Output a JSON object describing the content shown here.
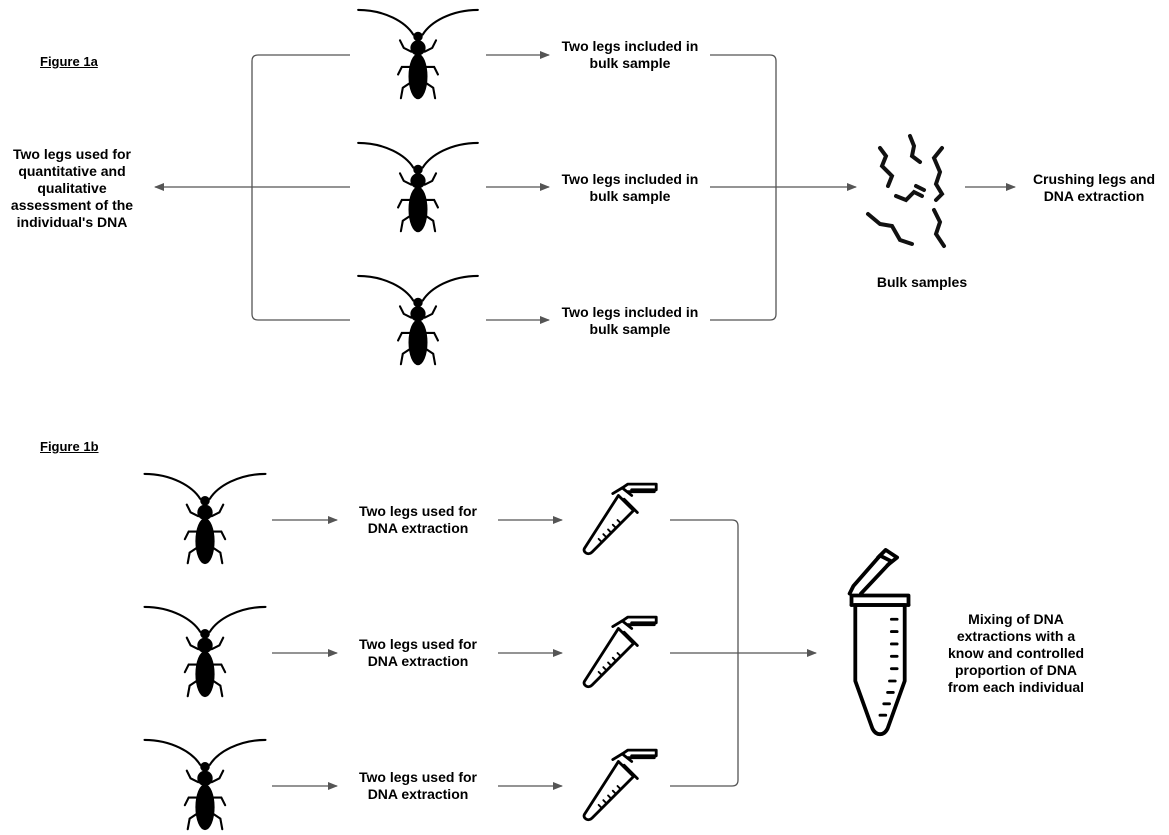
{
  "figure_1a": {
    "label": "Figure 1a",
    "left_note": "Two legs used for\nquantitative and\nqualitative\nassessment of the\nindividual's DNA",
    "bulk_labels": [
      "Two legs included in\nbulk sample",
      "Two legs included in\nbulk sample",
      "Two legs included in\nbulk sample"
    ],
    "bulk_caption": "Bulk samples",
    "final_step": "Crushing legs and\nDNA extraction"
  },
  "figure_1b": {
    "label": "Figure 1b",
    "extraction_labels": [
      "Two legs used for\nDNA extraction",
      "Two legs used for\nDNA extraction",
      "Two legs used for\nDNA extraction"
    ],
    "mixing_note": "Mixing of DNA\nextractions with a\nknow and controlled\nproportion of DNA\nfrom each individual"
  },
  "icons": [
    "beetle-icon",
    "legs-icon",
    "tube-icon",
    "large-tube-icon"
  ],
  "colors": {
    "line": "#555555",
    "icon": "#000000",
    "text": "#000000"
  }
}
